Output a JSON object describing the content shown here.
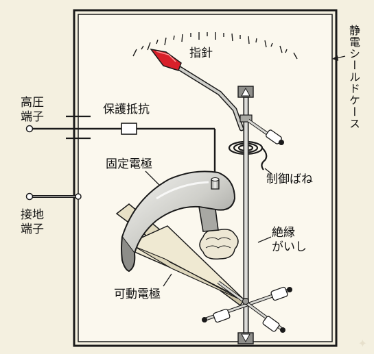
{
  "labels": {
    "pointer": "指針",
    "shield": "静電シールドケース",
    "hv_terminal": [
      "高圧",
      "端子"
    ],
    "ground_terminal": [
      "接地",
      "端子"
    ],
    "resistor": "保護抵抗",
    "fixed_electrode": "固定電極",
    "control_spring": "制御ばね",
    "insulator": [
      "絶縁",
      "がいし"
    ],
    "moving_electrode": "可動電極"
  },
  "colors": {
    "background": "#f4f0e0",
    "case_fill": "#fbf8ee",
    "pointer_tip": "#d8202a",
    "metal": "#d8d8d3",
    "outline": "#1a1a1a"
  },
  "icons": {
    "sparkle": "✦"
  }
}
